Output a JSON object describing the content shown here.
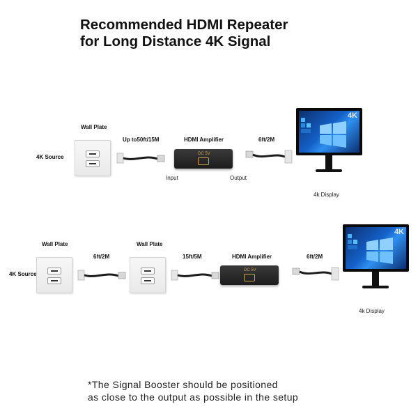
{
  "title": {
    "line1": "Recommended HDMI Repeater",
    "line2": "for Long Distance 4K Signal"
  },
  "setup1": {
    "source_label": "4K Source",
    "wall_plate_label": "Wall Plate",
    "cable1_length": "Up to50ft/15M",
    "amplifier_label": "HDMI Amplifier",
    "amplifier_text": "DC 5V",
    "input_label": "Input",
    "output_label": "Output",
    "cable2_length": "6ft/2M",
    "display_label": "4k Display",
    "display_badge": "4K"
  },
  "setup2": {
    "source_label": "4K Source",
    "wall_plate1_label": "Wall Plate",
    "cable1_length": "6ft/2M",
    "wall_plate2_label": "Wall Plate",
    "cable2_length": "15ft/5M",
    "amplifier_label": "HDMI Amplifier",
    "amplifier_text": "DC 5V",
    "cable3_length": "6ft/2M",
    "display_label": "4k Display",
    "display_badge": "4K"
  },
  "footnote": {
    "line1": "*The Signal Booster should be positioned",
    "line2": "as close to the output as possible in the setup"
  }
}
